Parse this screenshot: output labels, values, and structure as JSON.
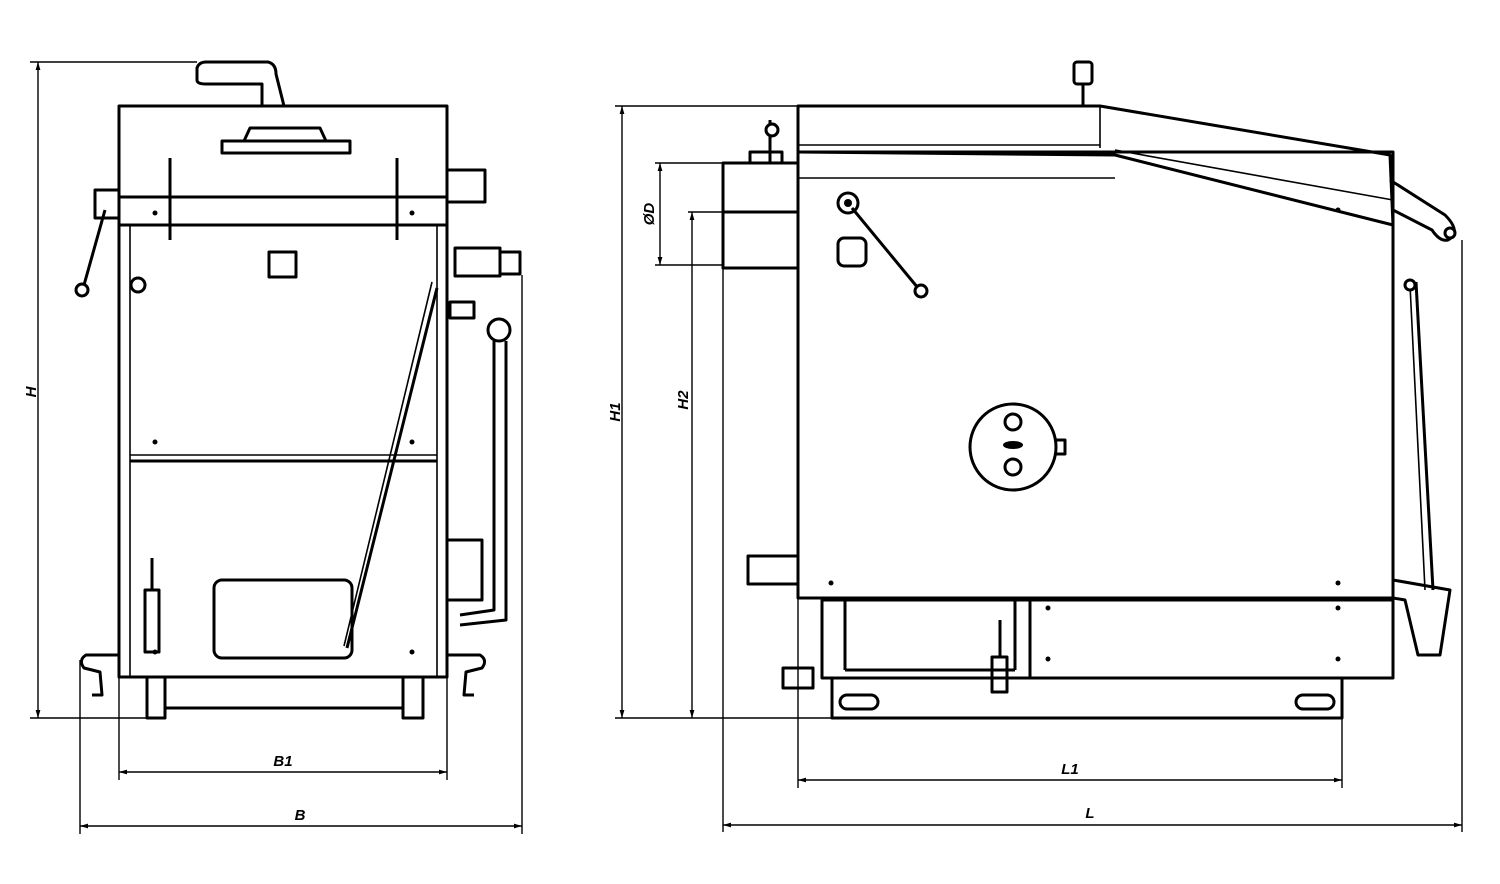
{
  "title": "Boiler dimensional drawing — front and side views",
  "dimensions": {
    "front": {
      "height": "H",
      "inner_width": "B1",
      "overall_width": "B"
    },
    "side": {
      "height_total": "H1",
      "flue_axis_height": "H2",
      "flue_diameter": "ØD",
      "body_length": "L1",
      "overall_length": "L"
    }
  },
  "colors": {
    "line": "#000000",
    "background": "#ffffff"
  }
}
